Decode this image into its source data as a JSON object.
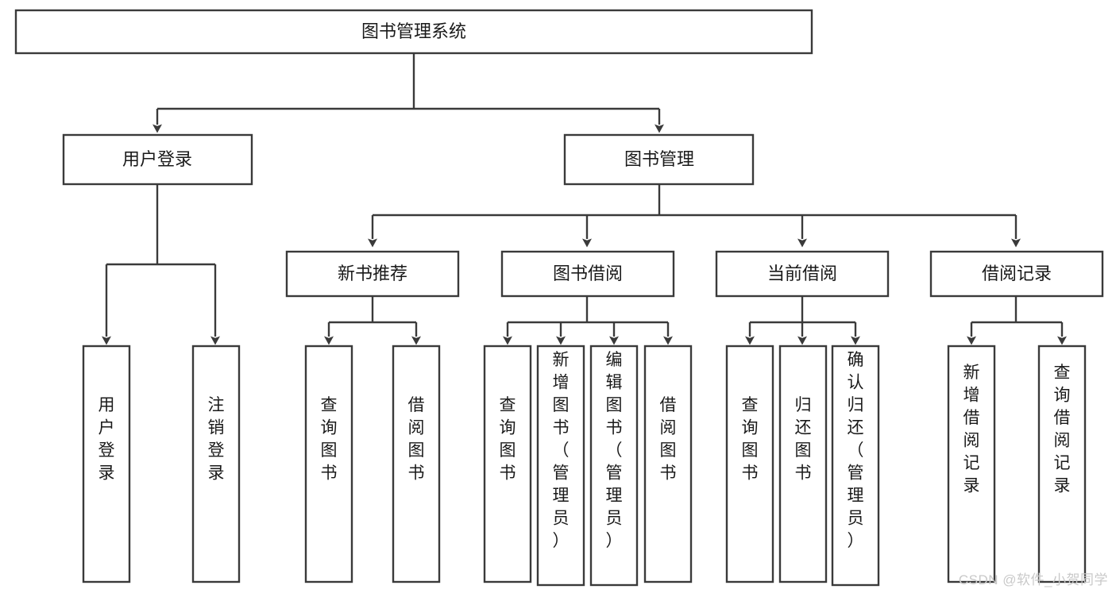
{
  "diagram": {
    "type": "tree-hierarchy",
    "title": "图书管理系统",
    "colors": {
      "box_stroke": "#3a3a3a",
      "box_fill": "#ffffff",
      "connector": "#3a3a3a",
      "text": "#1a1a1a",
      "background": "#ffffff",
      "watermark": "#c9c9c9"
    },
    "root": {
      "label": "图书管理系统"
    },
    "level2": [
      {
        "label": "用户登录"
      },
      {
        "label": "图书管理"
      }
    ],
    "level3": [
      {
        "label": "新书推荐"
      },
      {
        "label": "图书借阅"
      },
      {
        "label": "当前借阅"
      },
      {
        "label": "借阅记录"
      }
    ],
    "leaves": {
      "user_login": [
        {
          "label": "用户登录"
        },
        {
          "label": "注销登录"
        }
      ],
      "new_book_recommend": [
        {
          "label": "查询图书"
        },
        {
          "label": "借阅图书"
        }
      ],
      "book_borrow": [
        {
          "label": "查询图书"
        },
        {
          "label": "新增图书（管理员）"
        },
        {
          "label": "编辑图书（管理员）"
        },
        {
          "label": "借阅图书"
        }
      ],
      "current_borrow": [
        {
          "label": "查询图书"
        },
        {
          "label": "归还图书"
        },
        {
          "label": "确认归还（管理员）"
        }
      ],
      "borrow_record": [
        {
          "label": "新增借阅记录"
        },
        {
          "label": "查询借阅记录"
        }
      ]
    }
  },
  "watermark": {
    "text": "CSDN @软件_小贺同学"
  }
}
